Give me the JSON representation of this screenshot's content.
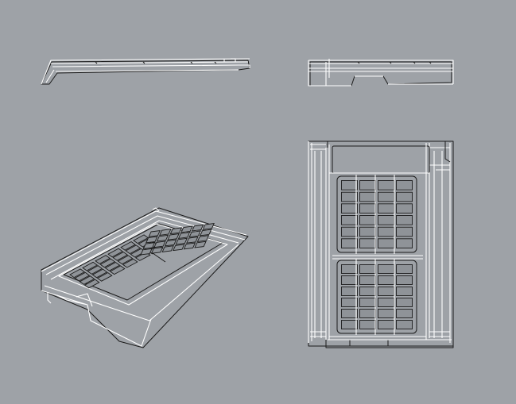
{
  "viewports": [
    {
      "id": "front",
      "projection": "orthographic"
    },
    {
      "id": "right",
      "projection": "orthographic"
    },
    {
      "id": "perspective",
      "projection": "perspective"
    },
    {
      "id": "top",
      "projection": "orthographic"
    }
  ],
  "model": {
    "object": "solar roof tile",
    "panel_grid_columns": 4,
    "panel_grid_rows_per_module": 6,
    "modules": 2
  },
  "colors": {
    "background": "#9ea2a7",
    "edges_white": "#ffffff",
    "edges_black": "#1b1b1b"
  }
}
